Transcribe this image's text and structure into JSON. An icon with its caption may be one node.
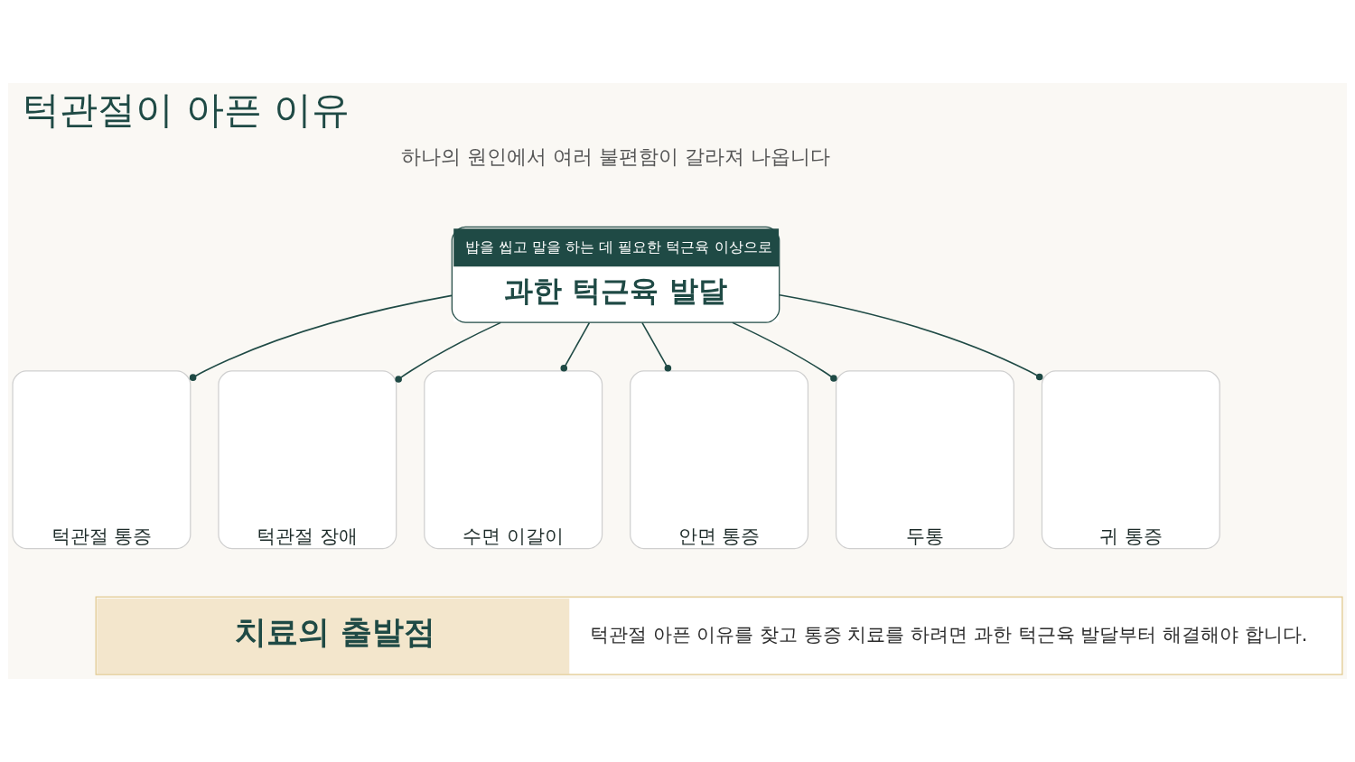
{
  "diagram": {
    "title": "턱관절이 아픈 이유",
    "nodes": [
      {
        "text": [
          "밥을 씹고 말을 하는 데 필요한 턱근육 이상으로",
          "과한 턱근육 발달"
        ]
      },
      {
        "text": [
          "턱관절 통증"
        ]
      },
      {
        "text": [
          "턱관절 장애"
        ]
      },
      {
        "text": [
          "수면 이갈이"
        ]
      },
      {
        "text": [
          "안면 통증"
        ]
      },
      {
        "text": [
          "두통"
        ]
      },
      {
        "text": [
          "귀 통증"
        ]
      },
      {
        "text": [
          "치료의 출발점",
          "턱관절 아픈 이유를 찾고 통증 치료를 하려면 과한 턱근육 발달부터 해결해야 합니다."
        ]
      }
    ],
    "edges": [
      {
        "from": 0,
        "to": 1,
        "arrow": "other"
      },
      {
        "from": 0,
        "to": 2,
        "arrow": "other"
      },
      {
        "from": 0,
        "to": 3,
        "arrow": "other"
      },
      {
        "from": 0,
        "to": 4,
        "arrow": "other"
      },
      {
        "from": 0,
        "to": 5,
        "arrow": "other"
      },
      {
        "from": 0,
        "to": 6,
        "arrow": "other"
      }
    ],
    "labels": [
      "하나의 원인에서 여러 불편함이 갈라져 나옵니다"
    ]
  }
}
